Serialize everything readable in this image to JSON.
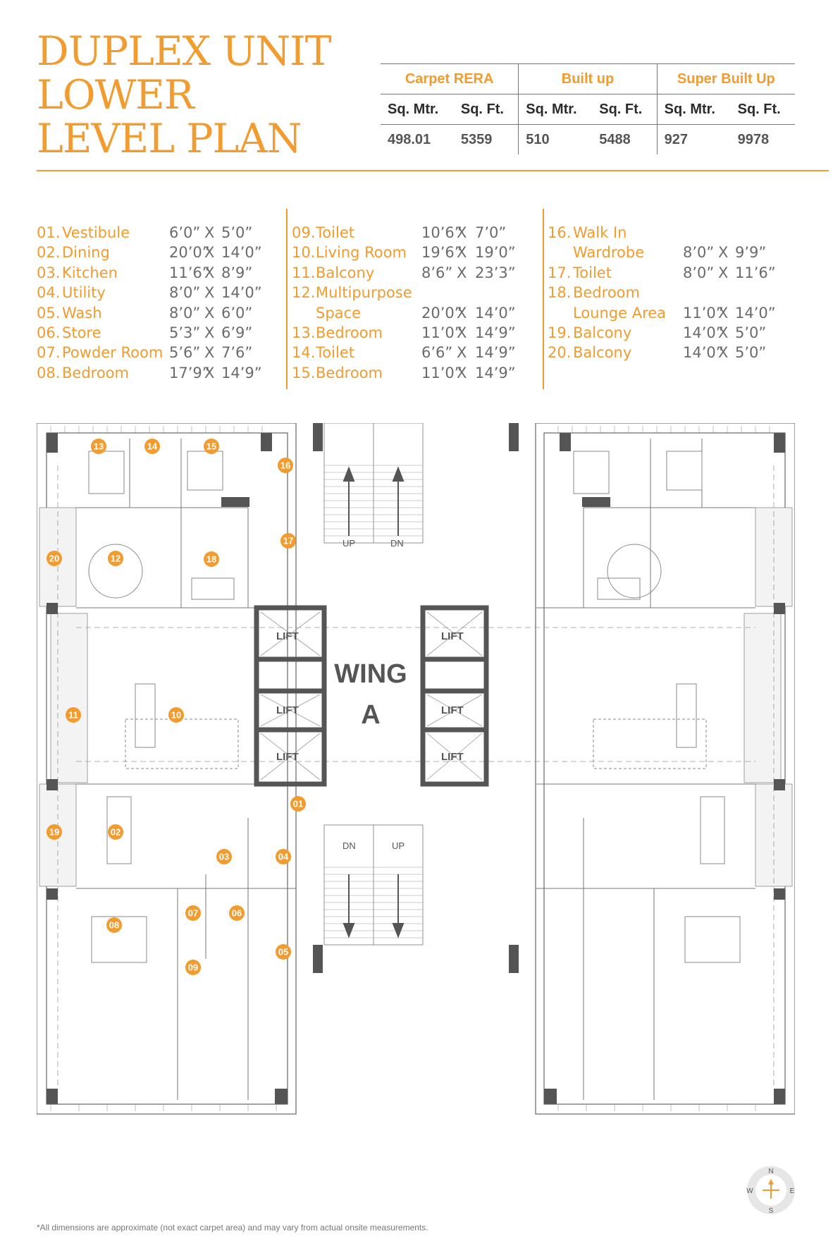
{
  "title": {
    "line1": "DUPLEX UNIT",
    "line2": "LOWER",
    "line3": "LEVEL PLAN"
  },
  "area_table": {
    "headers": [
      "Carpet RERA",
      "Built up",
      "Super Built Up"
    ],
    "sub_headers": [
      "Sq. Mtr.",
      "Sq. Ft.",
      "Sq. Mtr.",
      "Sq. Ft.",
      "Sq. Mtr.",
      "Sq. Ft."
    ],
    "values": [
      "498.01",
      "5359",
      "510",
      "5488",
      "927",
      "9978"
    ]
  },
  "rooms": {
    "col1": [
      {
        "num": "01.",
        "name": "Vestibule",
        "d1": "6’0”",
        "x": "X",
        "d2": "5’0”"
      },
      {
        "num": "02.",
        "name": "Dining",
        "d1": "20’0”",
        "x": "X",
        "d2": "14’0”"
      },
      {
        "num": "03.",
        "name": "Kitchen",
        "d1": "11’6”",
        "x": "X",
        "d2": "8’9”"
      },
      {
        "num": "04.",
        "name": "Utility",
        "d1": "8’0”",
        "x": "X",
        "d2": "14’0”"
      },
      {
        "num": "05.",
        "name": "Wash",
        "d1": "8’0”",
        "x": "X",
        "d2": "6’0”"
      },
      {
        "num": "06.",
        "name": "Store",
        "d1": "5’3”",
        "x": "X",
        "d2": "6’9”"
      },
      {
        "num": "07.",
        "name": "Powder Room",
        "d1": "5’6”",
        "x": "X",
        "d2": "7’6”"
      },
      {
        "num": "08.",
        "name": "Bedroom",
        "d1": "17’9”",
        "x": "X",
        "d2": "14’9”"
      }
    ],
    "col2": [
      {
        "num": "09.",
        "name": "Toilet",
        "d1": "10’6”",
        "x": "X",
        "d2": "7’0”"
      },
      {
        "num": "10.",
        "name": "Living Room",
        "d1": "19’6”",
        "x": "X",
        "d2": "19’0”"
      },
      {
        "num": "11.",
        "name": "Balcony",
        "d1": "8’6”",
        "x": "X",
        "d2": "23’3”"
      },
      {
        "num": "12.",
        "name": "Multipurpose",
        "d1": "",
        "x": "",
        "d2": ""
      },
      {
        "num": "",
        "name": "Space",
        "d1": "20’0”",
        "x": "X",
        "d2": "14’0”"
      },
      {
        "num": "13.",
        "name": "Bedroom",
        "d1": "11’0”",
        "x": "X",
        "d2": "14’9”"
      },
      {
        "num": "14.",
        "name": "Toilet",
        "d1": "6’6”",
        "x": "X",
        "d2": "14’9”"
      },
      {
        "num": "15.",
        "name": "Bedroom",
        "d1": "11’0”",
        "x": "X",
        "d2": "14’9”"
      }
    ],
    "col3": [
      {
        "num": "16.",
        "name": "Walk In",
        "d1": "",
        "x": "",
        "d2": ""
      },
      {
        "num": "",
        "name": "Wardrobe",
        "d1": "8’0”",
        "x": "X",
        "d2": "9’9”"
      },
      {
        "num": "17.",
        "name": "Toilet",
        "d1": "8’0”",
        "x": "X",
        "d2": "11’6”"
      },
      {
        "num": "18.",
        "name": "Bedroom",
        "d1": "",
        "x": "",
        "d2": ""
      },
      {
        "num": "",
        "name": "Lounge Area",
        "d1": "11’0”",
        "x": "X",
        "d2": "14’0”"
      },
      {
        "num": "19.",
        "name": "Balcony",
        "d1": "14’0”",
        "x": "X",
        "d2": "5’0”"
      },
      {
        "num": "20.",
        "name": "Balcony",
        "d1": "14’0”",
        "x": "X",
        "d2": "5’0”"
      }
    ]
  },
  "plan": {
    "wing_line1": "WING",
    "wing_line2": "A",
    "lift_label": "LIFT",
    "up_label": "UP",
    "dn_label": "DN",
    "room_markers": [
      "01",
      "02",
      "03",
      "04",
      "05",
      "06",
      "07",
      "08",
      "09",
      "10",
      "11",
      "12",
      "13",
      "14",
      "15",
      "16",
      "17",
      "18",
      "19",
      "20"
    ],
    "accent_color": "#f29b2e",
    "wall_color": "#555555"
  },
  "compass": {
    "n": "N",
    "s": "S",
    "e": "E",
    "w": "W"
  },
  "footnote": "*All dimensions are approximate (not exact carpet area) and may vary from actual onsite measurements."
}
